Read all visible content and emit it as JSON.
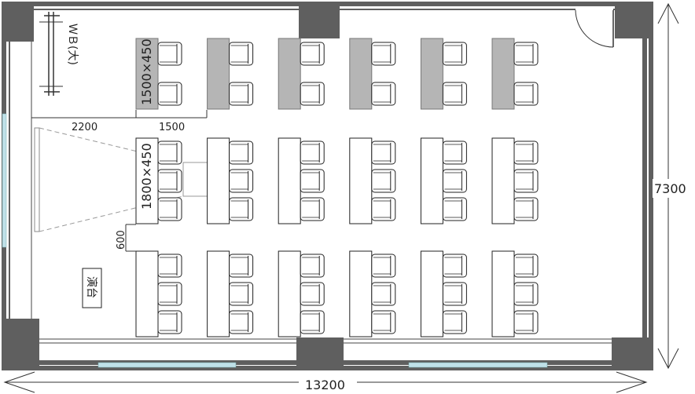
{
  "dimensions": {
    "width_total": "13200",
    "height_total": "7300",
    "whiteboard_offset": "2200",
    "desk_back_width": "1500",
    "desk_back_size": "1500×450",
    "desk_front_size": "1800×450",
    "aisle_gap": "600"
  },
  "labels": {
    "whiteboard": "ＷＢ(大)",
    "podium": "演台"
  },
  "layout": {
    "back_row_tables": 6,
    "seats_per_back_table": 2,
    "middle_row_tables": 6,
    "front_row_tables": 6,
    "seats_per_long_table": 3
  },
  "colors": {
    "wall": "#5f5f5f",
    "window": "#bfe0e8",
    "back_desk_fill": "#b5b5b5",
    "outline": "#222222"
  }
}
